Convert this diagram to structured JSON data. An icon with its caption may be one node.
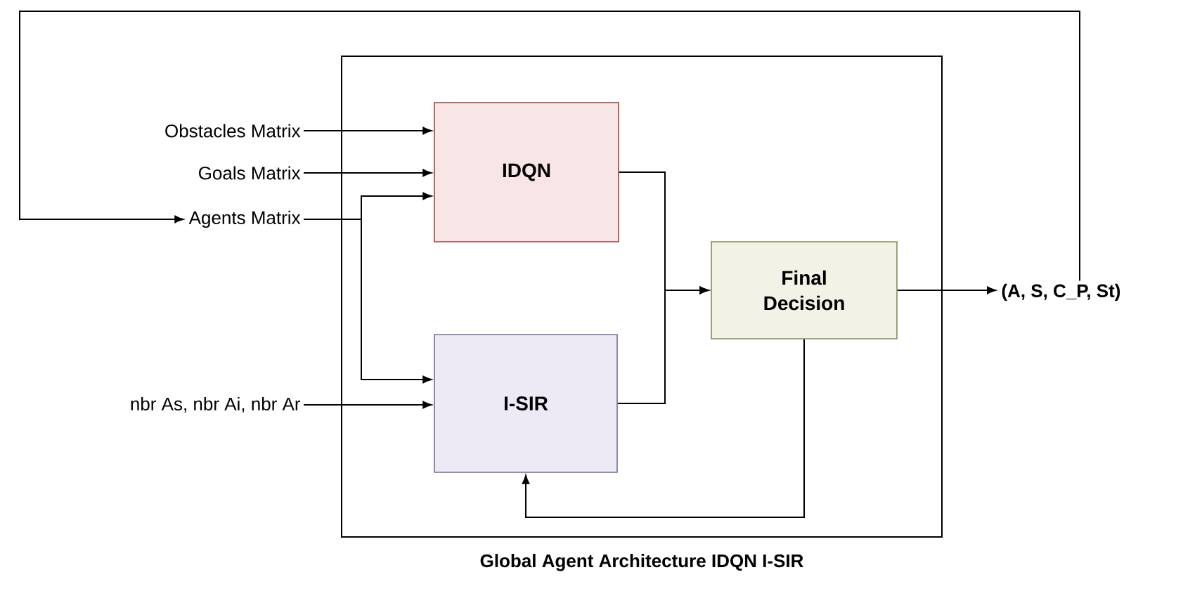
{
  "diagram": {
    "nodes": [
      {
        "text": [
          "Global Agent Architecture IDQN I-SIR"
        ]
      },
      {
        "text": [
          "IDQN"
        ],
        "in": 0
      },
      {
        "text": [
          "I-SIR"
        ],
        "in": 0
      },
      {
        "text": [
          "Final Decision"
        ],
        "in": 0
      },
      {
        "text": [
          "Obstacles Matrix"
        ]
      },
      {
        "text": [
          "Goals Matrix"
        ]
      },
      {
        "text": [
          "Agents Matrix"
        ]
      },
      {
        "text": [
          "nbr As, nbr Ai, nbr Ar"
        ]
      },
      {
        "text": [
          "(A, S, C_P, St)"
        ]
      }
    ],
    "edges": [
      {
        "from": 4,
        "to": 1,
        "arrow": "to"
      },
      {
        "from": 5,
        "to": 1,
        "arrow": "to"
      },
      {
        "from": 6,
        "to": 1,
        "arrow": "to"
      },
      {
        "from": 6,
        "to": 2,
        "arrow": "to"
      },
      {
        "from": 7,
        "to": 2,
        "arrow": "to"
      },
      {
        "from": 1,
        "to": 3,
        "arrow": "to"
      },
      {
        "from": 2,
        "to": 3,
        "arrow": "to"
      },
      {
        "from": 3,
        "to": 8,
        "arrow": "to"
      },
      {
        "from": 8,
        "to": 6,
        "arrow": "to"
      },
      {
        "from": 3,
        "to": 2,
        "arrow": "to"
      }
    ]
  }
}
